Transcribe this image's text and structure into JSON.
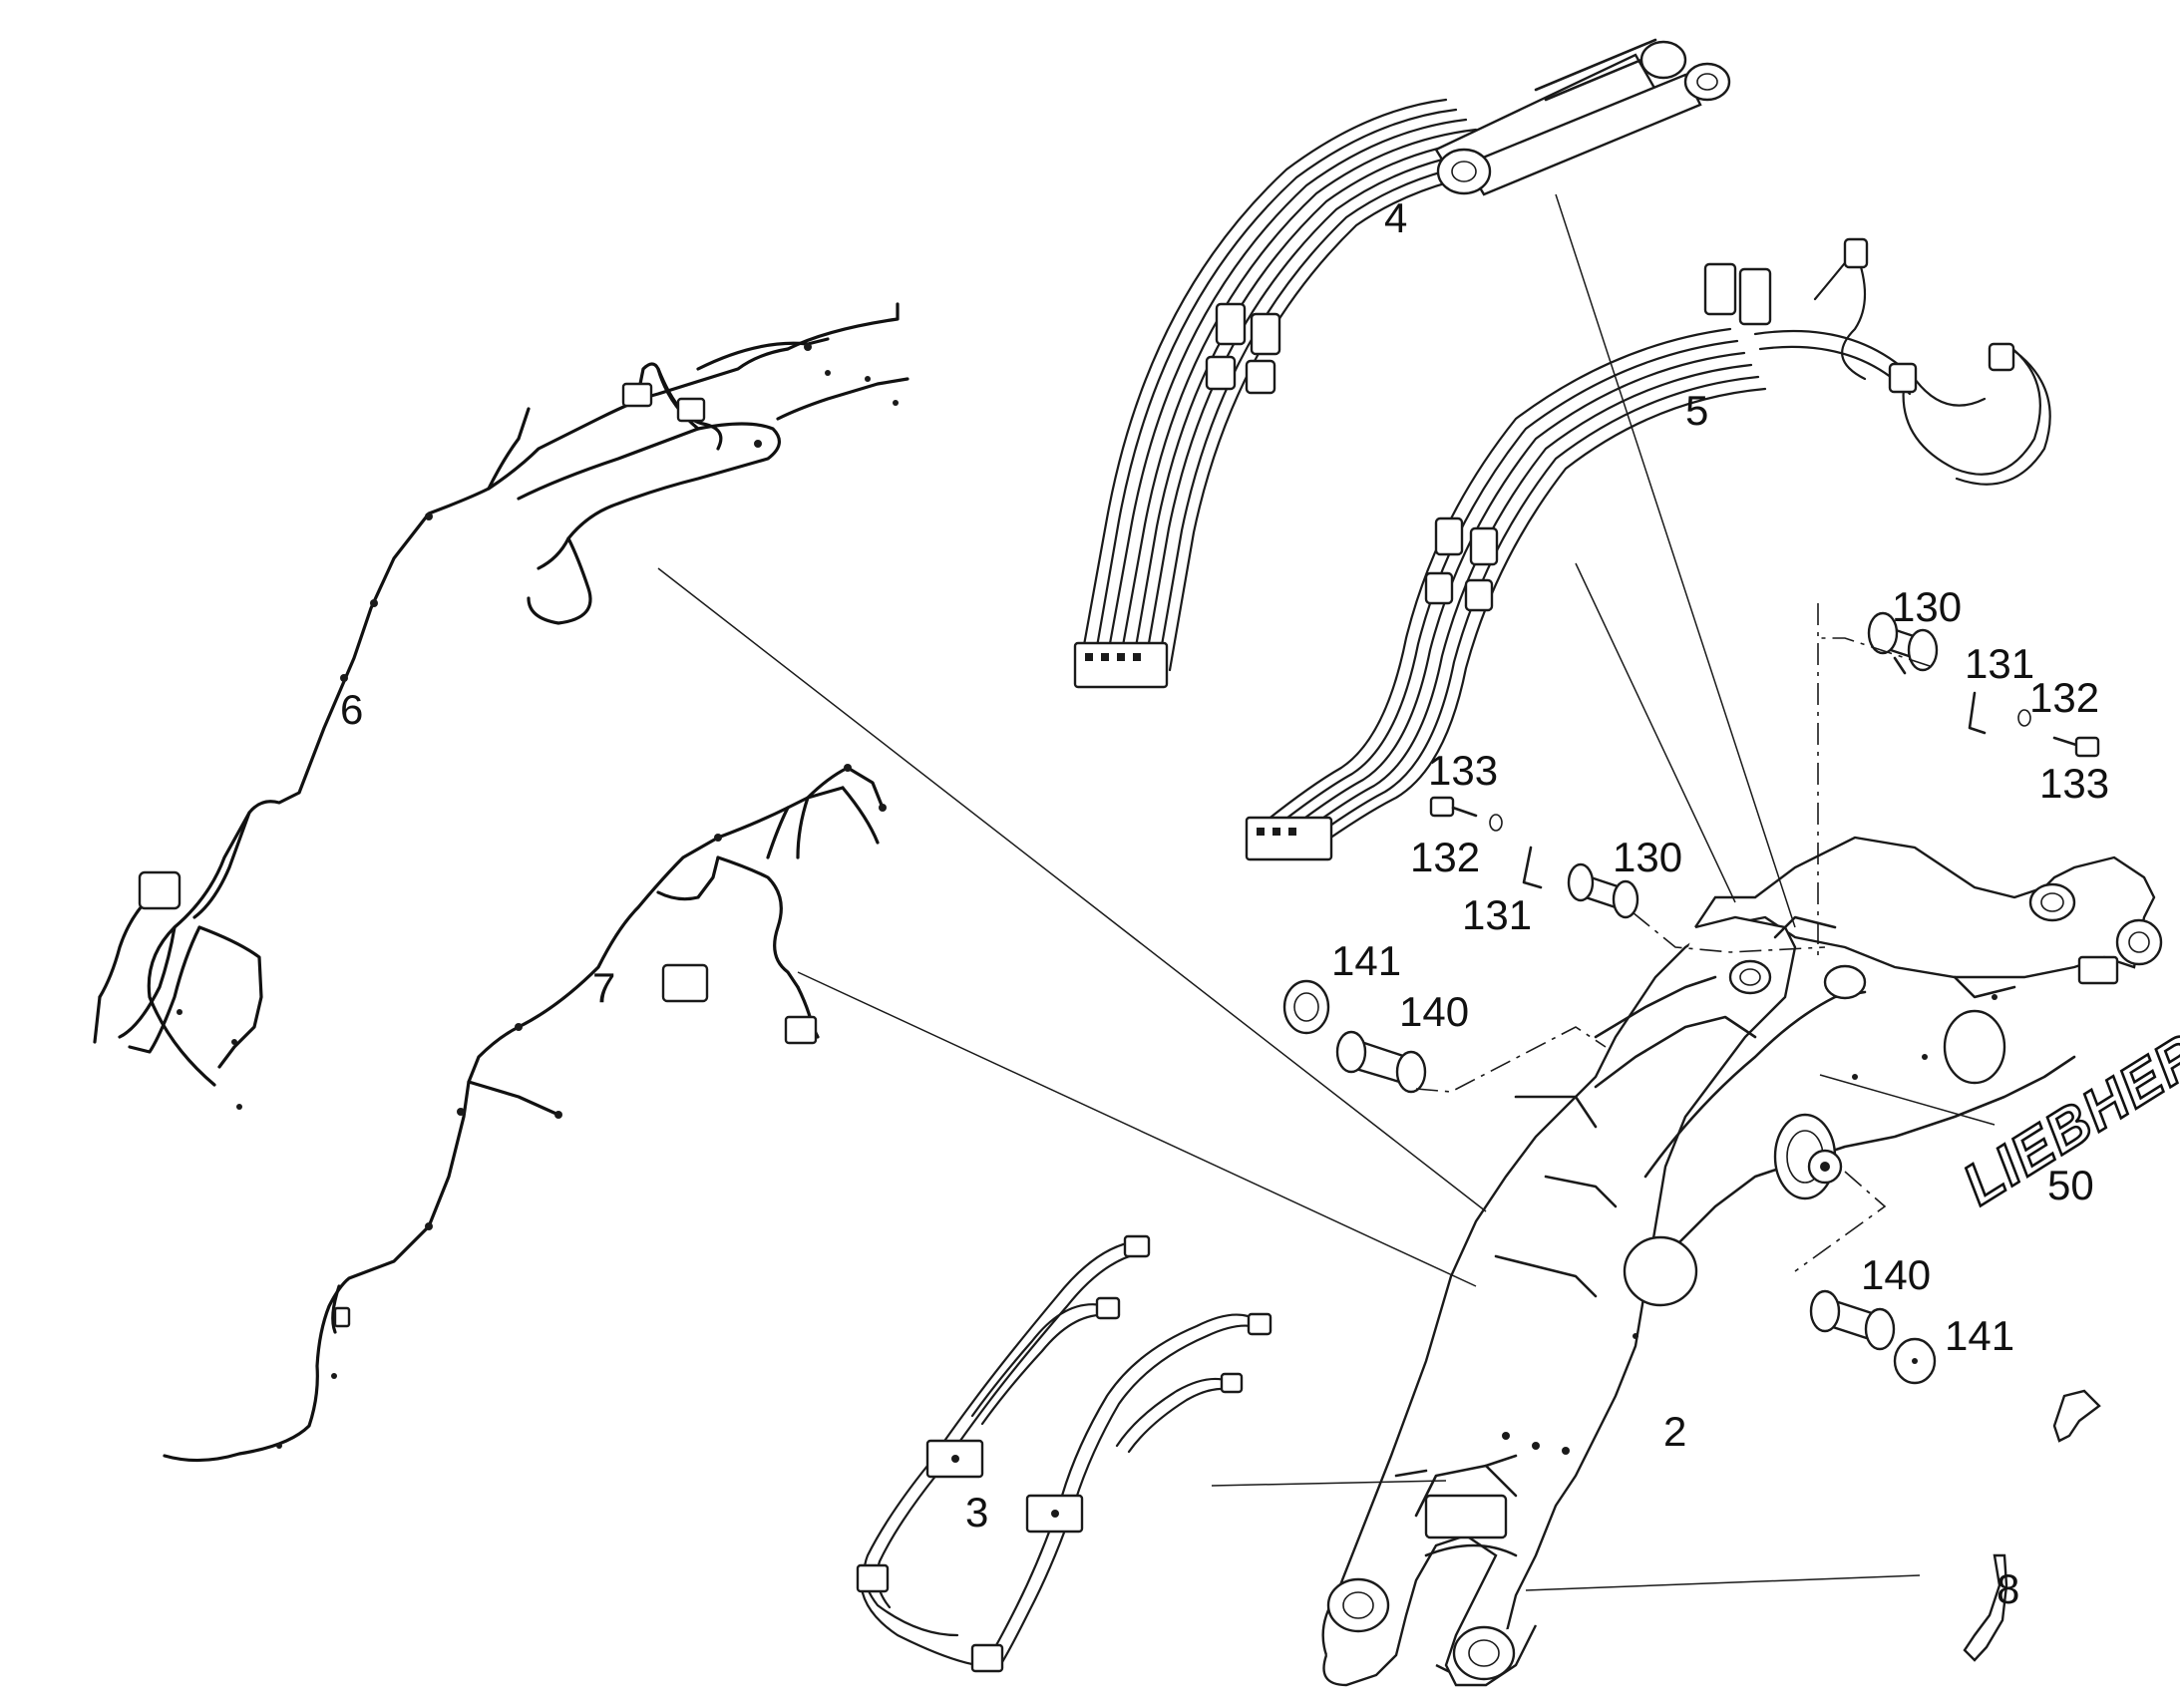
{
  "diagram": {
    "callouts": [
      {
        "id": "2",
        "label": "2"
      },
      {
        "id": "3",
        "label": "3"
      },
      {
        "id": "4",
        "label": "4"
      },
      {
        "id": "5",
        "label": "5"
      },
      {
        "id": "6",
        "label": "6"
      },
      {
        "id": "7",
        "label": "7"
      },
      {
        "id": "8",
        "label": "8"
      },
      {
        "id": "50",
        "label": "50"
      },
      {
        "id": "130a",
        "label": "130"
      },
      {
        "id": "131a",
        "label": "131"
      },
      {
        "id": "132a",
        "label": "132"
      },
      {
        "id": "133a",
        "label": "133"
      },
      {
        "id": "133b",
        "label": "133"
      },
      {
        "id": "132b",
        "label": "132"
      },
      {
        "id": "131b",
        "label": "131"
      },
      {
        "id": "130b",
        "label": "130"
      },
      {
        "id": "141a",
        "label": "141"
      },
      {
        "id": "140a",
        "label": "140"
      },
      {
        "id": "140b",
        "label": "140"
      },
      {
        "id": "141b",
        "label": "141"
      }
    ],
    "decal_text": "LIEBHERR"
  }
}
